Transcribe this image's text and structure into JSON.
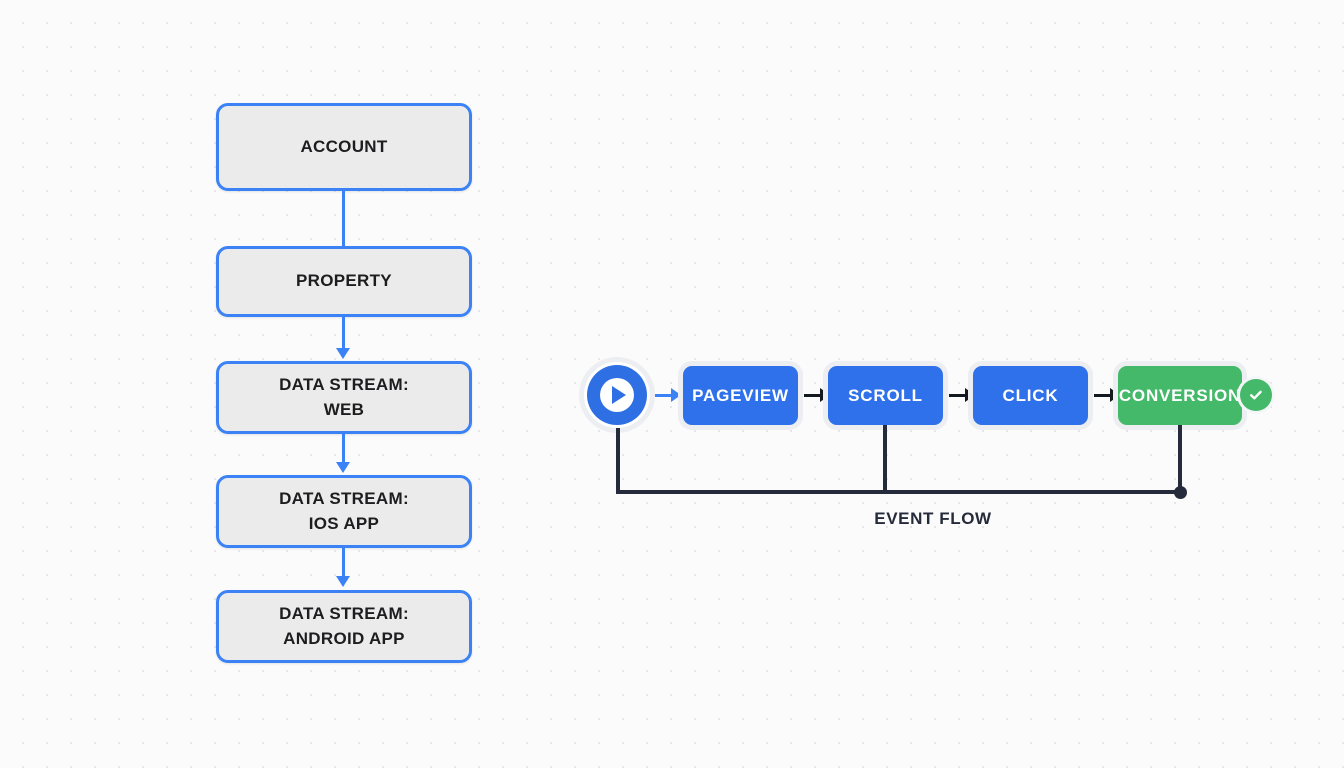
{
  "background": {
    "color": "#fbfbfb",
    "dot_color": "#e2e2e6"
  },
  "colors": {
    "box_fill": "#ebebeb",
    "box_border": "#3b82f6",
    "event_blue": "#2f71ea",
    "event_green": "#45b96a",
    "connector_dark": "#252b3b",
    "text_dark": "#1d1d1f"
  },
  "hierarchy": {
    "nodes": [
      {
        "id": "account",
        "line1": "ACCOUNT",
        "line2": ""
      },
      {
        "id": "property",
        "line1": "PROPERTY",
        "line2": ""
      },
      {
        "id": "stream-web",
        "line1": "DATA STREAM:",
        "line2": "WEB"
      },
      {
        "id": "stream-ios",
        "line1": "DATA STREAM:",
        "line2": "IOS APP"
      },
      {
        "id": "stream-android",
        "line1": "DATA STREAM:",
        "line2": "ANDROID APP"
      }
    ]
  },
  "event_flow": {
    "start_icon": "play-circle-icon",
    "label": "EVENT FLOW",
    "steps": [
      {
        "id": "pageview",
        "label": "PAGEVIEW",
        "color": "#2f71ea",
        "type": "event"
      },
      {
        "id": "scroll",
        "label": "SCROLL",
        "color": "#2f71ea",
        "type": "event"
      },
      {
        "id": "click",
        "label": "CLICK",
        "color": "#2f71ea",
        "type": "event"
      },
      {
        "id": "conversion",
        "label": "CONVERSION",
        "color": "#45b96a",
        "type": "goal"
      }
    ],
    "badge": "check-circle-icon"
  }
}
